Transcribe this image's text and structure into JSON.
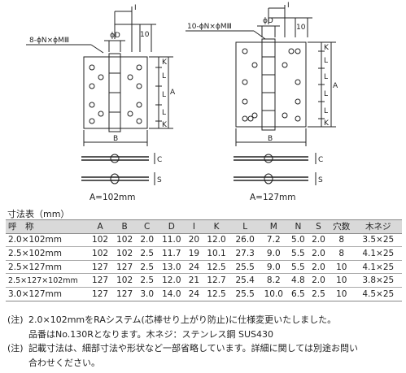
{
  "drawings": [
    {
      "hole_label": "8-ϕN×ϕMⅢ",
      "dim_d": "ϕD",
      "dim_i": "I",
      "dim_10": "10",
      "dim_k": "K",
      "dim_l": "L",
      "dim_a": "A",
      "dim_b": "B",
      "dim_c": "C",
      "dim_s": "S",
      "caption": "A=102mm"
    },
    {
      "hole_label": "10-ϕN×ϕMⅢ",
      "dim_d": "ϕD",
      "dim_i": "I",
      "dim_10": "10",
      "dim_k": "K",
      "dim_l": "L",
      "dim_a": "A",
      "dim_b": "B",
      "dim_c": "C",
      "dim_s": "S",
      "caption": "A=127mm"
    }
  ],
  "table": {
    "title": "寸法表（mm）",
    "headers": [
      "呼　称",
      "A",
      "B",
      "C",
      "D",
      "I",
      "K",
      "L",
      "M",
      "N",
      "S",
      "穴数",
      "木ネジ"
    ],
    "rows": [
      [
        "2.0×102mm",
        "102",
        "102",
        "2.0",
        "11.0",
        "20",
        "12.0",
        "26.0",
        "7.2",
        "5.0",
        "2.0",
        "8",
        "3.5×25"
      ],
      [
        "2.5×102mm",
        "102",
        "102",
        "2.5",
        "11.7",
        "19",
        "10.1",
        "27.3",
        "9.0",
        "5.5",
        "2.0",
        "8",
        "4.1×25"
      ],
      [
        "2.5×127mm",
        "127",
        "127",
        "2.5",
        "13.0",
        "24",
        "12.5",
        "25.5",
        "9.0",
        "5.5",
        "2.0",
        "10",
        "4.1×25"
      ],
      [
        "2.5×127×102mm",
        "127",
        "102",
        "2.5",
        "12.0",
        "21",
        "12.7",
        "25.4",
        "8.2",
        "4.8",
        "2.0",
        "10",
        "3.8×25"
      ],
      [
        "3.0×127mm",
        "127",
        "127",
        "3.0",
        "14.0",
        "24",
        "12.5",
        "25.5",
        "10.0",
        "6.5",
        "2.5",
        "10",
        "4.5×25"
      ]
    ]
  },
  "notes": [
    {
      "mark": "(注)",
      "lines": [
        "2.0×102mmをRAシステム(芯棒せり上がり防止)に仕様変更いたしました。",
        "品番はNo.130Rとなります。木ネジ：ステンレス鋼 SUS430"
      ]
    },
    {
      "mark": "(注)",
      "lines": [
        "記載寸法は、細部寸法や形状など一部省略しています。詳細に関しては別途お問い",
        "合わせください。"
      ]
    }
  ]
}
